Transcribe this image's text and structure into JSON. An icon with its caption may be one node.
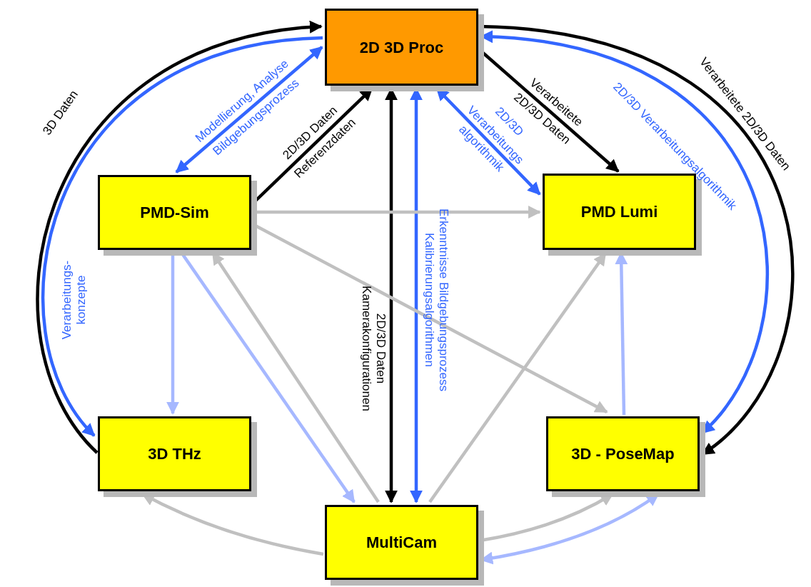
{
  "diagram": {
    "nodes": [
      {
        "text": [
          "2D 3D Proc"
        ]
      },
      {
        "text": [
          "PMD-Sim"
        ]
      },
      {
        "text": [
          "PMD Lumi"
        ]
      },
      {
        "text": [
          "3D THz"
        ]
      },
      {
        "text": [
          "3D - PoseMap"
        ]
      },
      {
        "text": [
          "MultiCam"
        ]
      }
    ],
    "edges": [
      {
        "from": 3,
        "to": 0,
        "arrow": "to",
        "label": "3D Daten",
        "color": "#000000"
      },
      {
        "from": 0,
        "to": 3,
        "arrow": "to",
        "label": "Verarbeitungs- konzepte",
        "color": "#3366ff"
      },
      {
        "from": 0,
        "to": 1,
        "arrow": "both",
        "label": "Modellierung, Analyse Bildgebungsprozess",
        "color": "#3366ff"
      },
      {
        "from": 1,
        "to": 0,
        "arrow": "to",
        "label": "2D/3D Daten Referenzdaten",
        "color": "#000000"
      },
      {
        "from": 0,
        "to": 5,
        "arrow": "both",
        "label": "2D/3D Daten Kamerakonfigurationen",
        "color": "#000000"
      },
      {
        "from": 0,
        "to": 5,
        "arrow": "both",
        "label": "Erkenntnisse Bildgebungsprozess Kalibrierungsalgorithmen",
        "color": "#3366ff"
      },
      {
        "from": 0,
        "to": 2,
        "arrow": "both",
        "label": "2D/3D Verarbeitungs algorithmik",
        "color": "#3366ff"
      },
      {
        "from": 0,
        "to": 2,
        "arrow": "to",
        "label": "Verarbeitete 2D/3D Daten",
        "color": "#000000"
      },
      {
        "from": 0,
        "to": 4,
        "arrow": "both",
        "label": "2D/3D Verarbeitungsalgorithmik",
        "color": "#3366ff"
      },
      {
        "from": 0,
        "to": 4,
        "arrow": "to",
        "label": "Verarbeitete 2D/3D Daten",
        "color": "#000000"
      },
      {
        "from": 1,
        "to": 2,
        "arrow": "to",
        "color": "#c0c0c0"
      },
      {
        "from": 1,
        "to": 4,
        "arrow": "to",
        "color": "#c0c0c0"
      },
      {
        "from": 1,
        "to": 3,
        "arrow": "to",
        "color": "#a6b8ff"
      },
      {
        "from": 1,
        "to": 5,
        "arrow": "to",
        "color": "#a6b8ff"
      },
      {
        "from": 5,
        "to": 1,
        "arrow": "to",
        "color": "#c0c0c0"
      },
      {
        "from": 5,
        "to": 2,
        "arrow": "to",
        "color": "#c0c0c0"
      },
      {
        "from": 4,
        "to": 2,
        "arrow": "to",
        "color": "#a6b8ff"
      },
      {
        "from": 5,
        "to": 3,
        "arrow": "to",
        "color": "#c0c0c0"
      },
      {
        "from": 5,
        "to": 4,
        "arrow": "to",
        "color": "#c0c0c0"
      },
      {
        "from": 4,
        "to": 5,
        "arrow": "both",
        "color": "#a6b8ff"
      }
    ]
  }
}
